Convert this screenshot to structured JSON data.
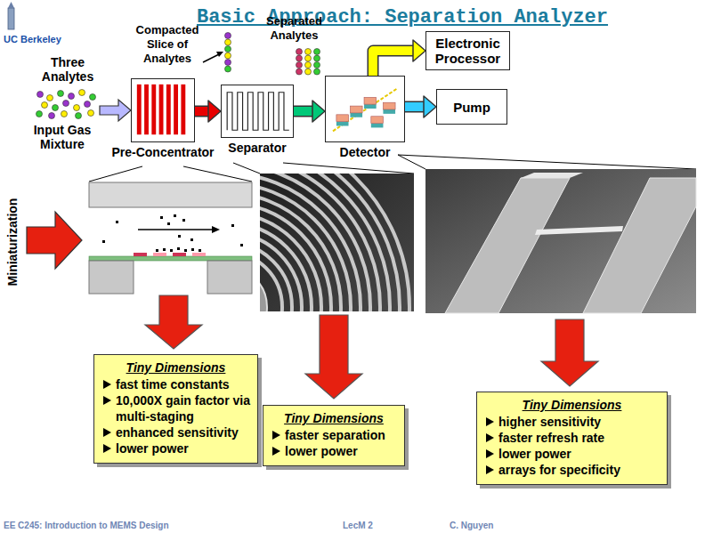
{
  "diagram": {
    "title": "Basic Approach: Separation Analyzer",
    "nodes": [
      {
        "text": [
          "Pre-Concentrator"
        ]
      },
      {
        "text": [
          "Separator"
        ]
      },
      {
        "text": [
          "Detector"
        ]
      },
      {
        "text": [
          "Electronic Processor"
        ]
      },
      {
        "text": [
          "Pump"
        ]
      },
      {
        "text": [
          "Tiny Dimensions",
          "fast time constants",
          "10,000X gain factor via multi-staging",
          "enhanced sensitivity",
          "lower power"
        ]
      },
      {
        "text": [
          "Tiny Dimensions",
          "faster separation",
          "lower power"
        ]
      },
      {
        "text": [
          "Tiny Dimensions",
          "higher sensitivity",
          "faster refresh rate",
          "lower power",
          "arrays for specificity"
        ]
      }
    ],
    "edges": [
      {
        "from": 0,
        "to": 1,
        "arrow": "to"
      },
      {
        "from": 1,
        "to": 2,
        "arrow": "to"
      },
      {
        "from": 2,
        "to": 3,
        "arrow": "to"
      },
      {
        "from": 2,
        "to": 4,
        "arrow": "to"
      }
    ],
    "labels": [
      "UC Berkeley",
      "Three Analytes",
      "Input Gas Mixture",
      "Compacted Slice of Analytes",
      "Separated Analytes",
      "Miniaturization",
      "EE C245: Introduction to MEMS Design",
      "LecM 2",
      "C. Nguyen"
    ]
  }
}
